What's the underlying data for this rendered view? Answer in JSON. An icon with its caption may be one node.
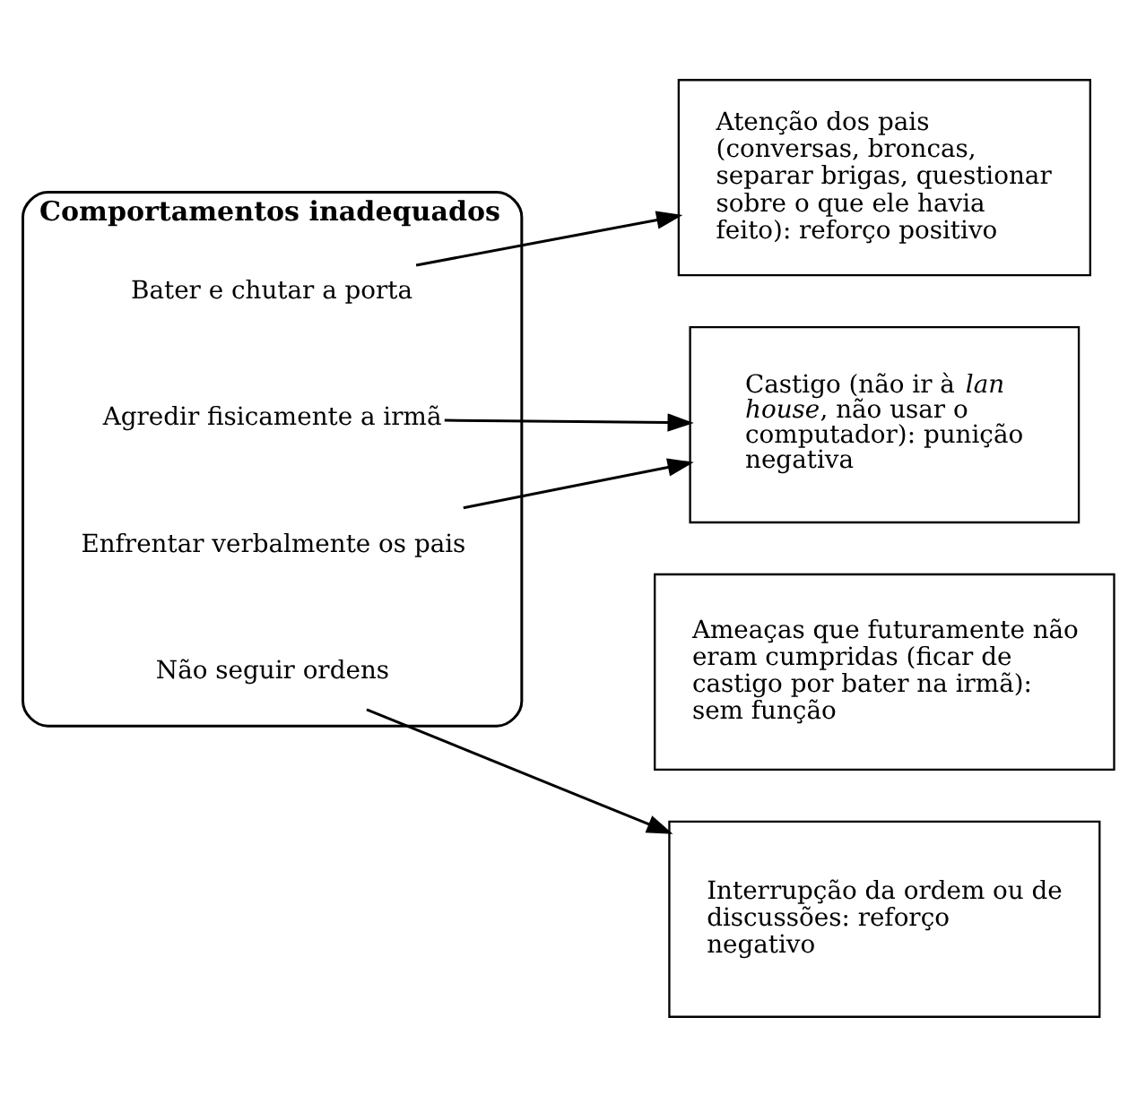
{
  "diagram": {
    "nodes": [
      {
        "text": [
          "Comportamentos inadequados"
        ]
      },
      {
        "text": [
          "Bater e chutar a porta"
        ],
        "in": 0
      },
      {
        "text": [
          "Agredir fisicamente a irmã"
        ],
        "in": 0
      },
      {
        "text": [
          "Enfrentar verbalmente os pais"
        ],
        "in": 0
      },
      {
        "text": [
          "Não seguir ordens"
        ],
        "in": 0
      },
      {
        "text": [
          "Atenção dos pais (conversas, broncas, separar brigas, questionar sobre o que ele havia feito): reforço positivo"
        ]
      },
      {
        "text": [
          "Castigo (não ir à *lan house*, não usar o computador): punição negativa"
        ]
      },
      {
        "text": [
          "Ameaças que futuramente não eram cumpridas (ficar de castigo por bater na irmã): sem função"
        ]
      },
      {
        "text": [
          "Interrupção da ordem ou de discussões: reforço negativo"
        ]
      }
    ],
    "edges": [
      {
        "from": 1,
        "to": 5,
        "arrow": "to"
      },
      {
        "from": 2,
        "to": 6,
        "arrow": "to"
      },
      {
        "from": 3,
        "to": 6,
        "arrow": "to"
      },
      {
        "from": 4,
        "to": 8,
        "arrow": "to"
      }
    ]
  }
}
